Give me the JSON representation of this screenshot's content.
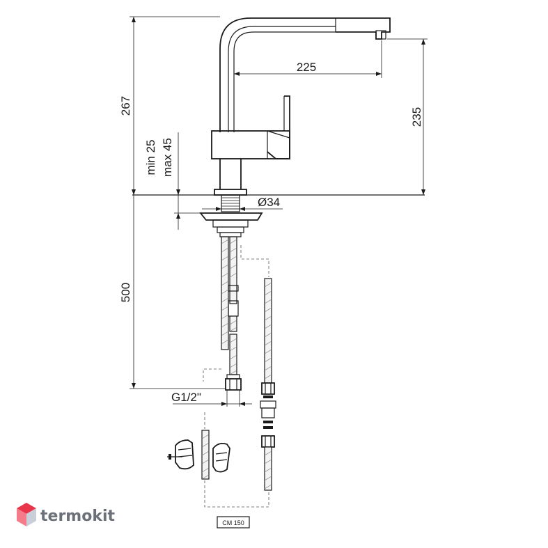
{
  "dimensions": {
    "height_total": "267",
    "reach": "225",
    "spout_height": "235",
    "deck_thickness_min": "min 25",
    "deck_thickness_max": "max 45",
    "base_diameter": "Ø34",
    "hose_length": "500",
    "connection_thread": "G1/2\""
  },
  "accessory_label": "CM 150",
  "brand": {
    "name": "termokit",
    "icon": "hexagon-cube-icon",
    "colors": {
      "top": "#e8354a",
      "left": "#f47c8a",
      "right": "#c9cfd8",
      "text": "#6b7079"
    }
  }
}
